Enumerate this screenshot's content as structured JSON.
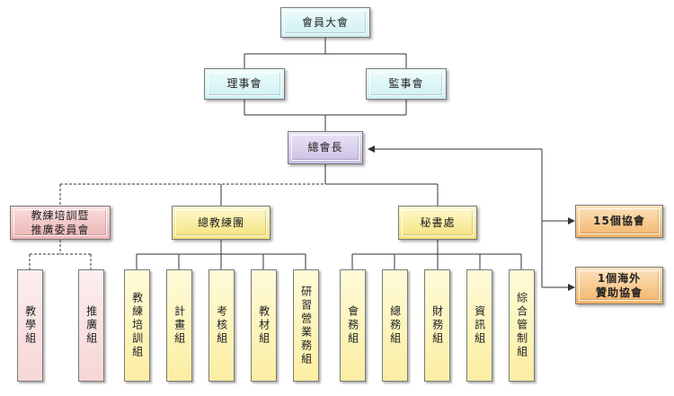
{
  "diagram": {
    "general_assembly": "會員大會",
    "board_directors": "理事會",
    "board_supervisors": "監事會",
    "president": "總會長",
    "committee": "教練培訓暨\n推廣委員會",
    "coach_corps": "總教練團",
    "secretariat": "秘書處",
    "associations": "15個協會",
    "overseas": "1個海外\n贊助協會",
    "committee_groups": [
      "教學組",
      "推廣組"
    ],
    "coach_groups": [
      "教練培訓組",
      "計畫組",
      "考核組",
      "教材組",
      "研習營業務組"
    ],
    "secretariat_groups": [
      "會務組",
      "總務組",
      "財務組",
      "資訊組",
      "綜合管制組"
    ]
  },
  "colors": {
    "line": "#333333",
    "top_boxes": "#d8f4f6",
    "president": "#cfc5e6",
    "committee": "#efbcbc",
    "yellow": "#f6e585",
    "orange": "#f3bb77"
  }
}
